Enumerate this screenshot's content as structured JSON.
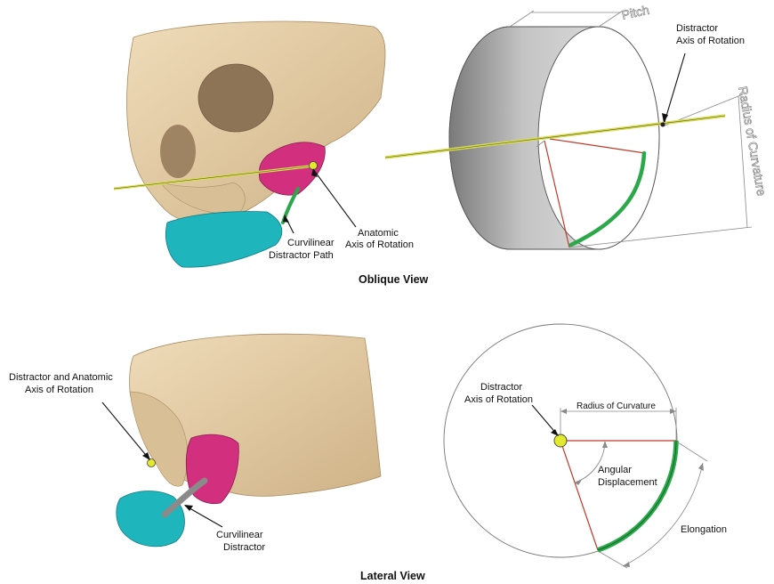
{
  "figure": {
    "views": {
      "oblique": {
        "title": "Oblique View",
        "labels": {
          "anatomic_axis_line1": "Anatomic",
          "anatomic_axis_line2": "Axis of Rotation",
          "curvilinear_path_line1": "Curvilinear",
          "curvilinear_path_line2": "Distractor Path",
          "distractor_axis_line1": "Distractor",
          "distractor_axis_line2": "Axis of Rotation",
          "pitch": "Pitch",
          "radius_of_curvature": "Radius of Curvature"
        }
      },
      "lateral": {
        "title": "Lateral View",
        "labels": {
          "distractor_anatomic_axis_line1": "Distractor and Anatomic",
          "distractor_anatomic_axis_line2": "Axis of Rotation",
          "curvilinear_distractor_line1": "Curvilinear",
          "curvilinear_distractor_line2": "Distractor",
          "distractor_axis_line1": "Distractor",
          "distractor_axis_line2": "Axis of Rotation",
          "radius_of_curvature": "Radius of Curvature",
          "angular_line1": "Angular",
          "angular_line2": "Displacement",
          "elongation": "Elongation"
        }
      }
    },
    "colors": {
      "bone": "#e6cfa8",
      "bone_shade": "#c9ad82",
      "mandible_segment": "#1fb5bd",
      "maxilla_segment": "#d2307f",
      "distractor_path": "#2aa84a",
      "axis_rod": "#d8dc52",
      "construction_lines": "#c0392b",
      "cylinder": "#c9c9c9"
    }
  }
}
